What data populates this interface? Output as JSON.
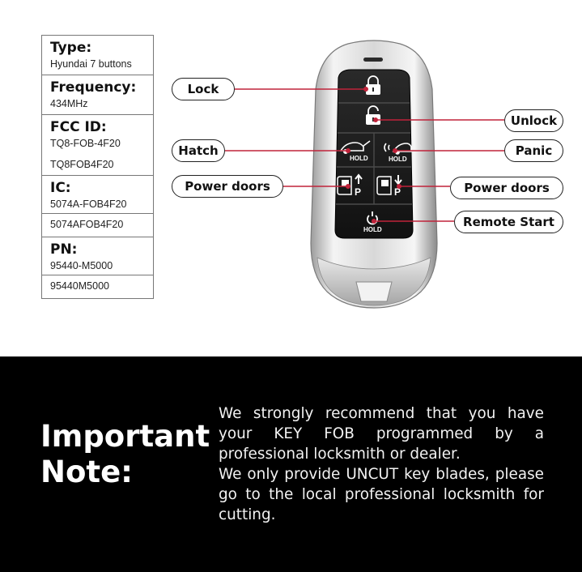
{
  "specs": {
    "type": {
      "label": "Type:",
      "value": "Hyundai 7 buttons"
    },
    "frequency": {
      "label": "Frequency:",
      "value": "434MHz"
    },
    "fcc": {
      "label": "FCC ID:",
      "value1": "TQ8-FOB-4F20",
      "value2": "TQ8FOB4F20"
    },
    "ic": {
      "label": "IC:",
      "value1": "5074A-FOB4F20",
      "value2": "5074AFOB4F20"
    },
    "pn": {
      "label": "PN:",
      "value1": "95440-M5000",
      "value2": "95440M5000"
    }
  },
  "callouts": {
    "lock": "Lock",
    "unlock": "Unlock",
    "hatch": "Hatch",
    "panic": "Panic",
    "power_doors_left": "Power doors",
    "power_doors_right": "Power doors",
    "remote_start": "Remote Start"
  },
  "buttons": {
    "hold": "HOLD",
    "p": "P"
  },
  "icons": [
    "lock-closed-icon",
    "lock-open-icon",
    "hatch-icon",
    "panic-icon",
    "door-left-icon",
    "door-right-icon",
    "remote-start-icon"
  ],
  "colors": {
    "leader_line": "#c0233a",
    "fob_face": "#1c1c1c",
    "banner": "#000000"
  },
  "note": {
    "title_line1": "Important",
    "title_line2": "Note:",
    "paragraph1": "We strongly recommend that you have your KEY FOB programmed by a professional locksmith or dealer.",
    "paragraph2": "We only provide UNCUT key blades, please go to the local professional locksmith for cutting."
  }
}
